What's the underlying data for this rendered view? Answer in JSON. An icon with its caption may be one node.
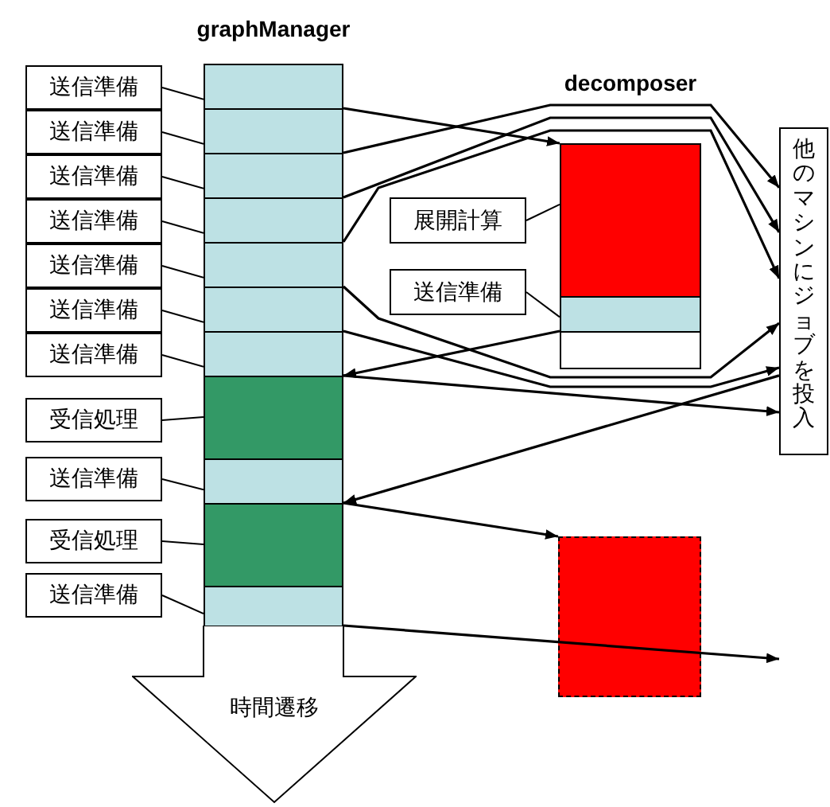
{
  "diagram": {
    "nodes": [
      {
        "text": [
          "graphManager"
        ]
      },
      {
        "text": [],
        "shape": "box",
        "in": 0
      },
      {
        "text": [],
        "shape": "box",
        "in": 0
      },
      {
        "text": [],
        "shape": "box",
        "in": 0
      },
      {
        "text": [],
        "shape": "box",
        "in": 0
      },
      {
        "text": [],
        "shape": "box",
        "in": 0
      },
      {
        "text": [],
        "shape": "box",
        "in": 0
      },
      {
        "text": [],
        "shape": "box",
        "in": 0
      },
      {
        "text": [],
        "shape": "box",
        "in": 0
      },
      {
        "text": [],
        "shape": "box",
        "in": 0
      },
      {
        "text": [],
        "shape": "box",
        "in": 0
      },
      {
        "text": [],
        "shape": "box",
        "in": 0
      },
      {
        "text": [
          "時間遷移"
        ]
      },
      {
        "text": [
          "送信準備"
        ]
      },
      {
        "text": [
          "送信準備"
        ]
      },
      {
        "text": [
          "送信準備"
        ]
      },
      {
        "text": [
          "送信準備"
        ]
      },
      {
        "text": [
          "送信準備"
        ]
      },
      {
        "text": [
          "送信準備"
        ]
      },
      {
        "text": [
          "送信準備"
        ]
      },
      {
        "text": [
          "受信処理"
        ]
      },
      {
        "text": [
          "送信準備"
        ]
      },
      {
        "text": [
          "受信処理"
        ]
      },
      {
        "text": [
          "送信準備"
        ]
      },
      {
        "text": [
          "decomposer"
        ]
      },
      {
        "text": [],
        "shape": "box",
        "in": 24
      },
      {
        "text": [],
        "shape": "box",
        "in": 24
      },
      {
        "text": [],
        "shape": "box",
        "in": 24
      },
      {
        "text": [
          "展開計算"
        ]
      },
      {
        "text": [
          "送信準備"
        ]
      },
      {
        "text": [
          "他のマシンにジョブを投入"
        ]
      },
      {
        "text": [],
        "shape": "box"
      }
    ],
    "edges": [
      {
        "from": 13,
        "to": 1,
        "arrow": "none"
      },
      {
        "from": 14,
        "to": 2,
        "arrow": "none"
      },
      {
        "from": 15,
        "to": 3,
        "arrow": "none"
      },
      {
        "from": 16,
        "to": 4,
        "arrow": "none"
      },
      {
        "from": 17,
        "to": 5,
        "arrow": "none"
      },
      {
        "from": 18,
        "to": 6,
        "arrow": "none"
      },
      {
        "from": 19,
        "to": 7,
        "arrow": "none"
      },
      {
        "from": 20,
        "to": 8,
        "arrow": "none"
      },
      {
        "from": 21,
        "to": 9,
        "arrow": "none"
      },
      {
        "from": 22,
        "to": 10,
        "arrow": "none"
      },
      {
        "from": 23,
        "to": 11,
        "arrow": "none"
      },
      {
        "from": 28,
        "to": 25,
        "arrow": "none"
      },
      {
        "from": 29,
        "to": 26,
        "arrow": "none"
      },
      {
        "from": 1,
        "to": 25,
        "arrow": "to"
      },
      {
        "from": 2,
        "to": 30,
        "arrow": "to"
      },
      {
        "from": 3,
        "to": 30,
        "arrow": "to"
      },
      {
        "from": 4,
        "to": 30,
        "arrow": "to"
      },
      {
        "from": 5,
        "to": 30,
        "arrow": "to"
      },
      {
        "from": 6,
        "to": 30,
        "arrow": "to"
      },
      {
        "from": 24,
        "to": 8,
        "arrow": "to"
      },
      {
        "from": 7,
        "to": 30,
        "arrow": "to"
      },
      {
        "from": 30,
        "to": 10,
        "arrow": "to"
      },
      {
        "from": 9,
        "to": 31,
        "arrow": "to"
      },
      {
        "from": 11,
        "to": null,
        "arrow": "to"
      }
    ]
  }
}
